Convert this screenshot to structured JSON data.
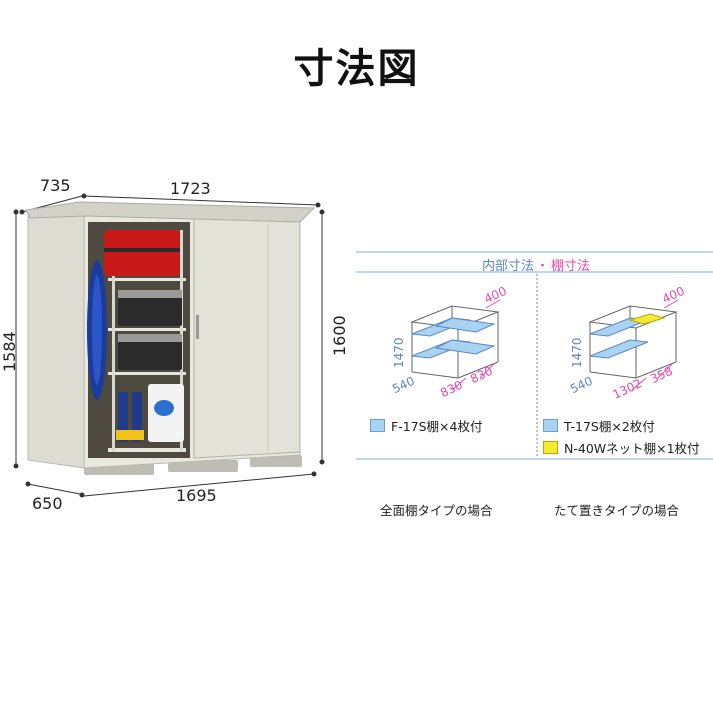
{
  "title": "寸法図",
  "shed_dims": {
    "depth_top": "735",
    "width_top": "1723",
    "height_left": "1584",
    "height_right": "1600",
    "depth_bottom": "650",
    "width_bottom": "1695"
  },
  "panel": {
    "title_a": "内部寸法",
    "separator": "・",
    "title_b": "棚寸法",
    "left": {
      "h": "1470",
      "d": "540",
      "w1": "830",
      "w2": "830",
      "top": "400",
      "legend": "F-17S棚×4枚付",
      "caption": "全面棚タイプの場合"
    },
    "right": {
      "h": "1470",
      "d": "540",
      "w1": "1302",
      "w2": "358",
      "top": "400",
      "legend1": "T-17S棚×2枚付",
      "legend2": "N-40Wネット棚×1枚付",
      "caption": "たて置きタイプの場合"
    }
  },
  "colors": {
    "accent_blue": "#5b86c8",
    "accent_pink": "#e44ab0",
    "shelf_blue": "#a8d4f2",
    "net_yellow": "#f6ea33"
  }
}
